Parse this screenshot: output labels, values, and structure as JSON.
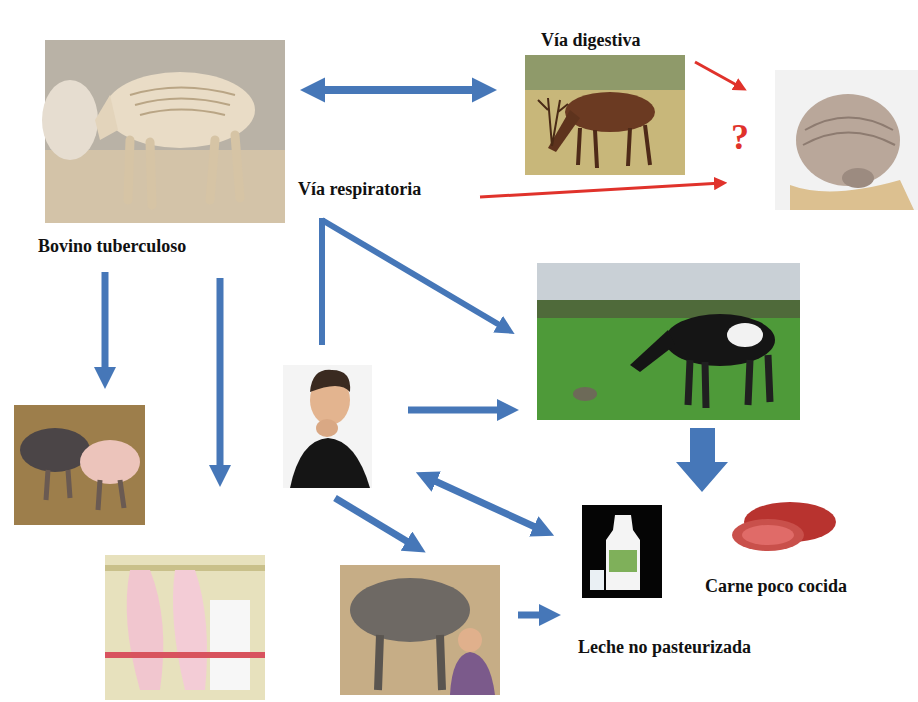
{
  "diagram": {
    "nodes": [
      {
        "text": [
          "Bovino tuberculoso"
        ]
      },
      {
        "text": [
          "Vía digestiva"
        ]
      },
      {
        "text": [
          "Carne poco cocida"
        ]
      },
      {
        "text": [
          "Leche no pasteurizada"
        ]
      }
    ],
    "edges": [
      {
        "from": 0,
        "to": 1,
        "arrow": "both"
      }
    ],
    "labels": [
      "Vía respiratoria",
      "?"
    ]
  }
}
